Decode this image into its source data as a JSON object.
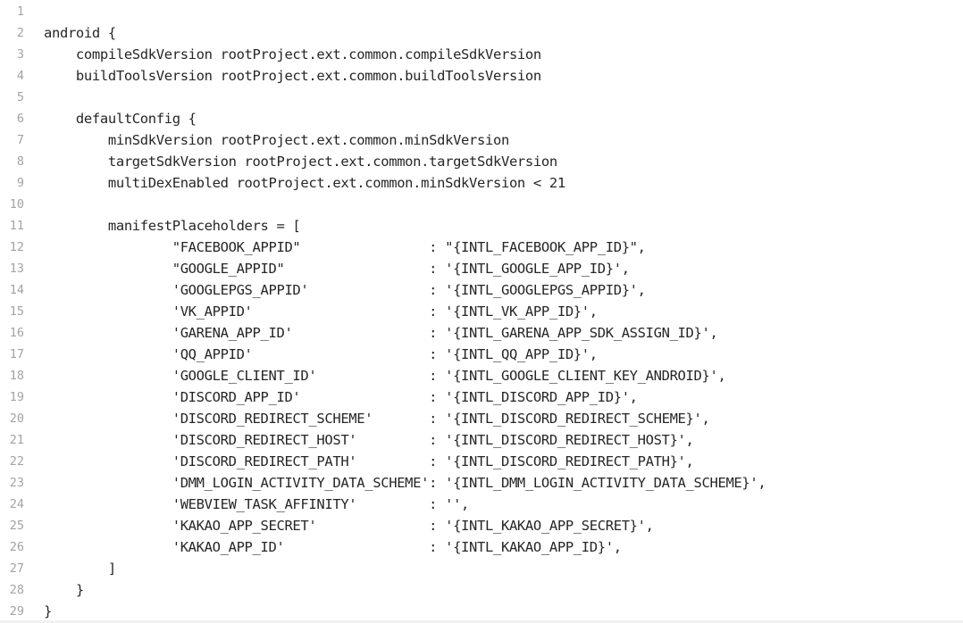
{
  "editor": {
    "lines": [
      {
        "n": "1",
        "text": ""
      },
      {
        "n": "2",
        "text": "android {"
      },
      {
        "n": "3",
        "text": "    compileSdkVersion rootProject.ext.common.compileSdkVersion"
      },
      {
        "n": "4",
        "text": "    buildToolsVersion rootProject.ext.common.buildToolsVersion"
      },
      {
        "n": "5",
        "text": ""
      },
      {
        "n": "6",
        "text": "    defaultConfig {"
      },
      {
        "n": "7",
        "text": "        minSdkVersion rootProject.ext.common.minSdkVersion"
      },
      {
        "n": "8",
        "text": "        targetSdkVersion rootProject.ext.common.targetSdkVersion"
      },
      {
        "n": "9",
        "text": "        multiDexEnabled rootProject.ext.common.minSdkVersion < 21"
      },
      {
        "n": "10",
        "text": ""
      },
      {
        "n": "11",
        "text": "        manifestPlaceholders = ["
      },
      {
        "n": "12",
        "text": "                \"FACEBOOK_APPID\"                : \"{INTL_FACEBOOK_APP_ID}\","
      },
      {
        "n": "13",
        "text": "                \"GOOGLE_APPID\"                  : '{INTL_GOOGLE_APP_ID}',"
      },
      {
        "n": "14",
        "text": "                'GOOGLEPGS_APPID'               : '{INTL_GOOGLEPGS_APPID}',"
      },
      {
        "n": "15",
        "text": "                'VK_APPID'                      : '{INTL_VK_APP_ID}',"
      },
      {
        "n": "16",
        "text": "                'GARENA_APP_ID'                 : '{INTL_GARENA_APP_SDK_ASSIGN_ID}',"
      },
      {
        "n": "17",
        "text": "                'QQ_APPID'                      : '{INTL_QQ_APP_ID}',"
      },
      {
        "n": "18",
        "text": "                'GOOGLE_CLIENT_ID'              : '{INTL_GOOGLE_CLIENT_KEY_ANDROID}',"
      },
      {
        "n": "19",
        "text": "                'DISCORD_APP_ID'                : '{INTL_DISCORD_APP_ID}',"
      },
      {
        "n": "20",
        "text": "                'DISCORD_REDIRECT_SCHEME'       : '{INTL_DISCORD_REDIRECT_SCHEME}',"
      },
      {
        "n": "21",
        "text": "                'DISCORD_REDIRECT_HOST'         : '{INTL_DISCORD_REDIRECT_HOST}',"
      },
      {
        "n": "22",
        "text": "                'DISCORD_REDIRECT_PATH'         : '{INTL_DISCORD_REDIRECT_PATH}',"
      },
      {
        "n": "23",
        "text": "                'DMM_LOGIN_ACTIVITY_DATA_SCHEME': '{INTL_DMM_LOGIN_ACTIVITY_DATA_SCHEME}',"
      },
      {
        "n": "24",
        "text": "                'WEBVIEW_TASK_AFFINITY'         : '',"
      },
      {
        "n": "25",
        "text": "                'KAKAO_APP_SECRET'              : '{INTL_KAKAO_APP_SECRET}',"
      },
      {
        "n": "26",
        "text": "                'KAKAO_APP_ID'                  : '{INTL_KAKAO_APP_ID}',"
      },
      {
        "n": "27",
        "text": "        ]"
      },
      {
        "n": "28",
        "text": "    }"
      },
      {
        "n": "29",
        "text": "}"
      }
    ]
  }
}
